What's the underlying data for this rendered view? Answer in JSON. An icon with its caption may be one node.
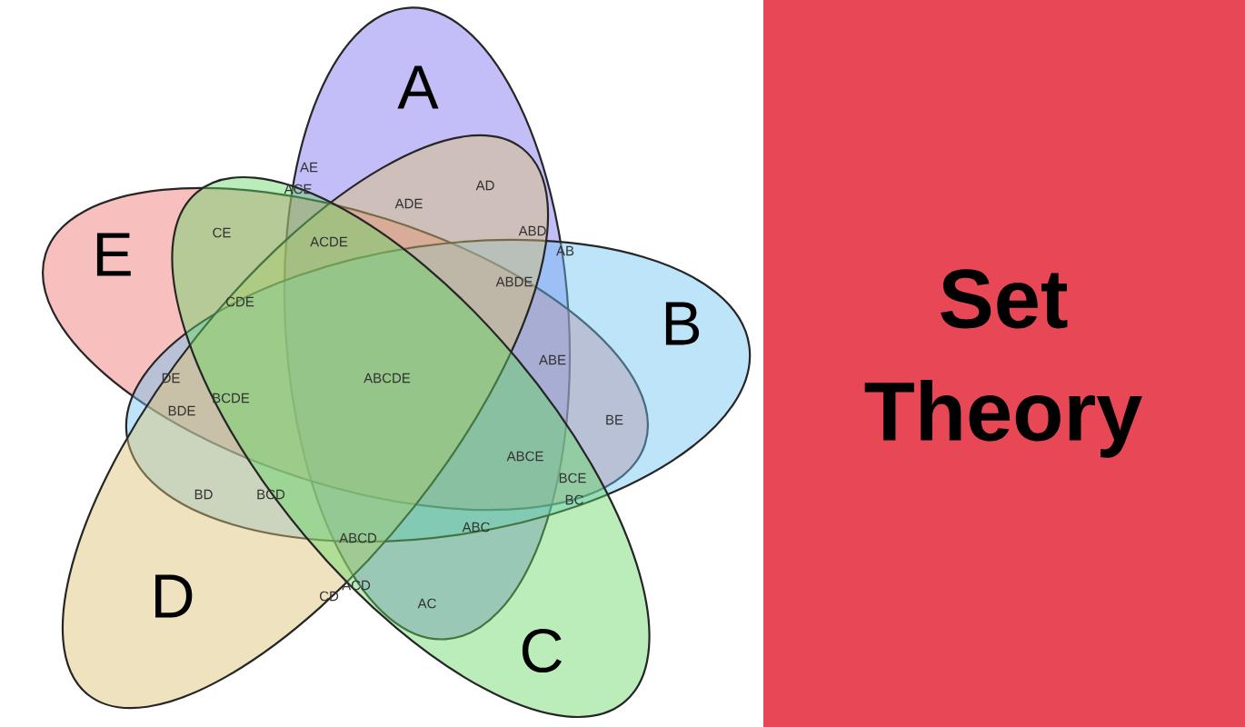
{
  "diagram": {
    "title": "Set Theory",
    "nodes": [
      {
        "text": [
          "A"
        ]
      },
      {
        "text": [
          "E"
        ]
      },
      {
        "text": [
          "B"
        ]
      },
      {
        "text": [
          "D"
        ]
      },
      {
        "text": [
          "C"
        ]
      }
    ],
    "labels": [
      "AE",
      "AD",
      "ACE",
      "ADE",
      "ABD",
      "CE",
      "ACDE",
      "AB",
      "ABDE",
      "CDE",
      "ABE",
      "ABCDE",
      "DE",
      "BCDE",
      "BDE",
      "BE",
      "ABCE",
      "BCE",
      "BD",
      "BCD",
      "BC",
      "ABC",
      "ABCD",
      "ACD",
      "CD",
      "AC"
    ]
  }
}
